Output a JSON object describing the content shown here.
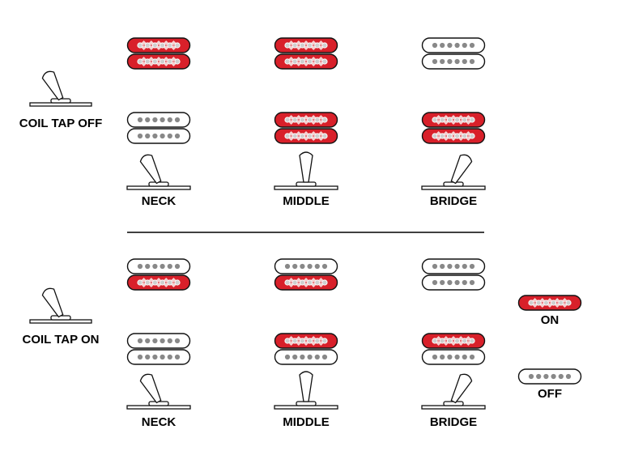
{
  "colors": {
    "on_fill": "#d8202a",
    "off_fill": "#ffffff",
    "outline": "#111111",
    "pole_off": "#888888",
    "pole_on": "#cfcfcf",
    "switch_fill": "#ffffff"
  },
  "sections": [
    {
      "mode_label": "COIL TAP OFF",
      "mode_switch": "left",
      "rows": [
        {
          "switch": null,
          "pickups": [
            [
              "on",
              "on"
            ],
            [
              "on",
              "on"
            ],
            [
              "off",
              "off"
            ]
          ]
        },
        {
          "switch": null,
          "pickups": [
            [
              "off",
              "off"
            ],
            [
              "on",
              "on"
            ],
            [
              "on",
              "on"
            ]
          ]
        }
      ],
      "positions": [
        {
          "label": "NECK",
          "lever": "left"
        },
        {
          "label": "MIDDLE",
          "lever": "center"
        },
        {
          "label": "BRIDGE",
          "lever": "right"
        }
      ]
    },
    {
      "mode_label": "COIL TAP ON",
      "mode_switch": "left",
      "rows": [
        {
          "switch": null,
          "pickups": [
            [
              "off",
              "on"
            ],
            [
              "off",
              "on"
            ],
            [
              "off",
              "off"
            ]
          ]
        },
        {
          "switch": null,
          "pickups": [
            [
              "off",
              "off"
            ],
            [
              "on",
              "off"
            ],
            [
              "on",
              "off"
            ]
          ]
        }
      ],
      "positions": [
        {
          "label": "NECK",
          "lever": "left"
        },
        {
          "label": "MIDDLE",
          "lever": "center"
        },
        {
          "label": "BRIDGE",
          "lever": "right"
        }
      ]
    }
  ],
  "legend": [
    {
      "state": "on",
      "label": "ON"
    },
    {
      "state": "off",
      "label": "OFF"
    }
  ]
}
